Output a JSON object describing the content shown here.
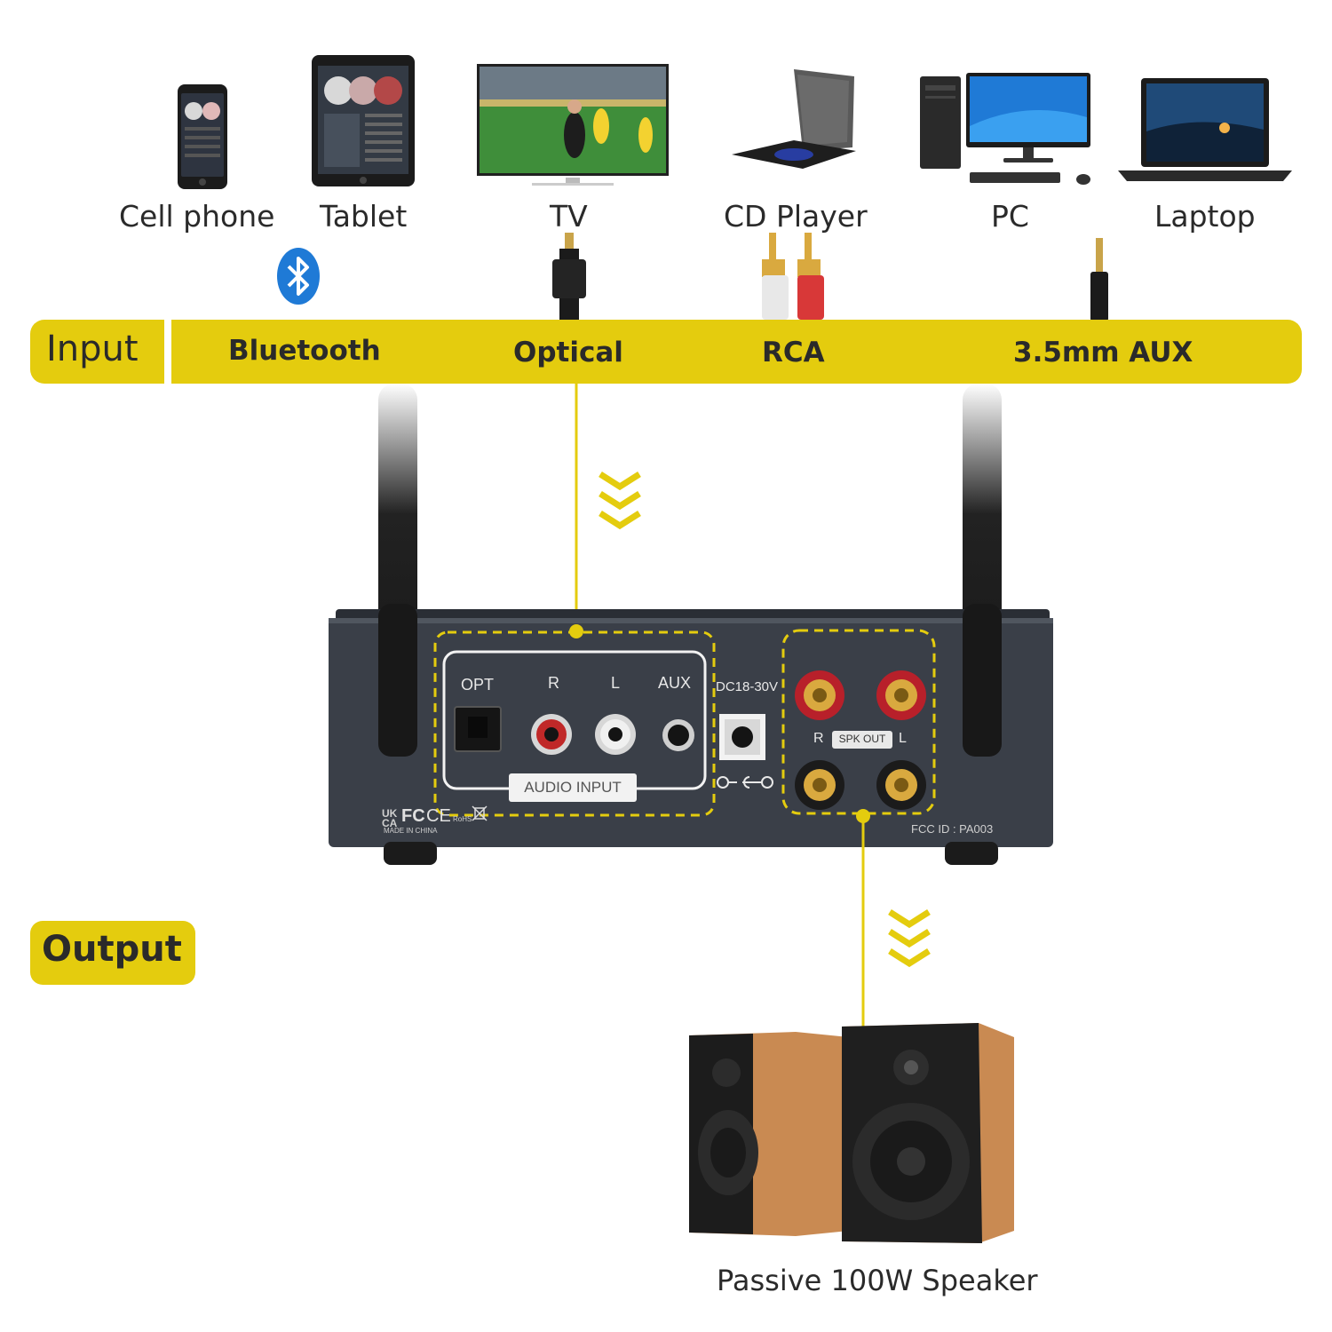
{
  "sources": [
    {
      "label": "Cell phone",
      "icon": "cell-phone-icon"
    },
    {
      "label": "Tablet",
      "icon": "tablet-icon"
    },
    {
      "label": "TV",
      "icon": "tv-icon"
    },
    {
      "label": "CD Player",
      "icon": "cd-player-icon"
    },
    {
      "label": "PC",
      "icon": "pc-icon"
    },
    {
      "label": "Laptop",
      "icon": "laptop-icon"
    }
  ],
  "input": {
    "title": "Input",
    "methods": [
      "Bluetooth",
      "Optical",
      "RCA",
      "3.5mm AUX"
    ]
  },
  "panel": {
    "opt": "OPT",
    "r": "R",
    "l": "L",
    "aux": "AUX",
    "audio_input": "AUDIO INPUT",
    "power": "DC18-30V",
    "spk_r": "R",
    "spk_out": "SPK OUT",
    "spk_l": "L",
    "fcc": "FCC ID : PA003",
    "made_in": "MADE IN CHINA",
    "cert_ukca": "UK CA",
    "cert_fcc": "FC",
    "cert_ce": "CE",
    "cert_rohs": "RoHS"
  },
  "output": {
    "title": "Output",
    "speaker_label": "Passive 100W Speaker"
  },
  "colors": {
    "accent_yellow": "#e4cc0e",
    "panel": "#3a3f48",
    "text": "#2a2a2a"
  }
}
